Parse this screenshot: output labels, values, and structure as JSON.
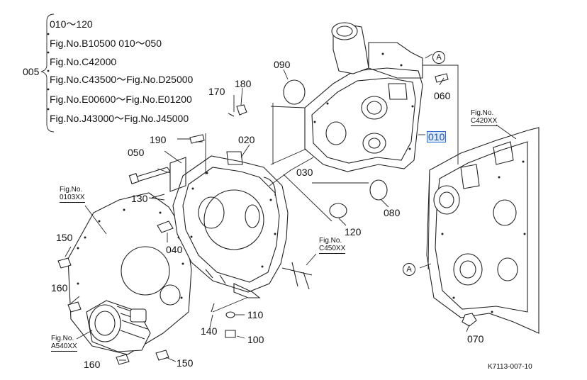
{
  "legend": {
    "part_no": "005",
    "lines": [
      "010～120",
      "Fig.No.B10500  010～050",
      "Fig.No.C42000",
      "Fig.No.C43500～Fig.No.D25000",
      "Fig.No.E00600～Fig.No.E01200",
      "Fig.No.J43000～Fig.No.J45000"
    ]
  },
  "callouts": {
    "p010": "010",
    "p020": "020",
    "p030": "030",
    "p040": "040",
    "p050": "050",
    "p060": "060",
    "p070": "070",
    "p080": "080",
    "p090": "090",
    "p100": "100",
    "p110": "110",
    "p120": "120",
    "p130": "130",
    "p140": "140",
    "p150a": "150",
    "p150b": "150",
    "p160a": "160",
    "p160b": "160",
    "p170": "170",
    "p180": "180",
    "p190": "190"
  },
  "refs": {
    "A_top": "A",
    "A_bottom": "A"
  },
  "fig_refs": {
    "f0103": {
      "line1": "Fig.No.",
      "line2": "0103XX"
    },
    "fc420": {
      "line1": "Fig.No.",
      "line2": "C420XX"
    },
    "fc450": {
      "line1": "Fig.No.",
      "line2": "C450XX"
    },
    "fa540": {
      "line1": "Fig.No.",
      "line2": "A540XX"
    }
  },
  "drawing_id": "K7113-007-10",
  "highlight_color": "#2a6fd6"
}
